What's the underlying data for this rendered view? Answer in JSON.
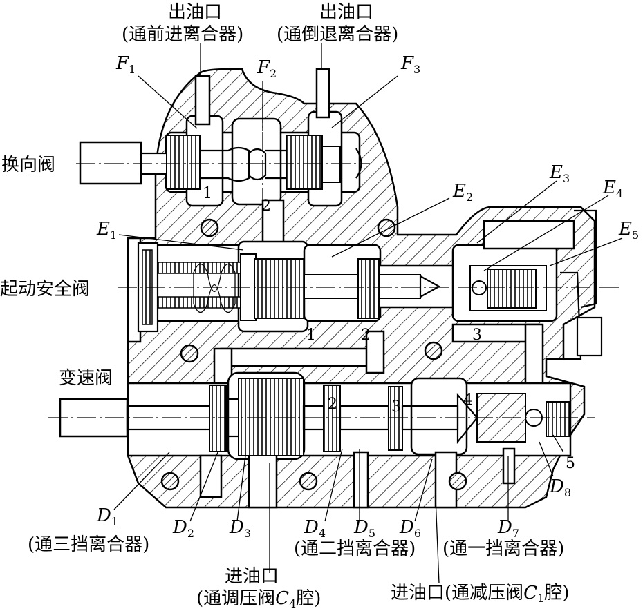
{
  "labels": {
    "outlet_forward_title": "出油口",
    "outlet_forward_sub": "(通前进离合器)",
    "outlet_reverse_title": "出油口",
    "outlet_reverse_sub": "(通倒退离合器)",
    "reversing_valve": "换向阀",
    "start_safety_valve": "起动安全阀",
    "speed_change_valve": "变速阀",
    "to_third_clutch": "(通三挡离合器)",
    "to_second_clutch": "(通二挡离合器)",
    "to_first_clutch": "(通一挡离合器)",
    "inlet_c4_title": "进油口",
    "inlet_c4_sub_pre": "(通调压阀",
    "inlet_c4_sub_c": "C",
    "inlet_c4_sub_sub": "4",
    "inlet_c4_sub_post": "腔)",
    "inlet_c1_pre": "进油口(通减压阀",
    "inlet_c1_c": "C",
    "inlet_c1_sub": "1",
    "inlet_c1_post": "腔)"
  },
  "symbols": {
    "F1": {
      "main": "F",
      "sub": "1"
    },
    "F2": {
      "main": "F",
      "sub": "2"
    },
    "F3": {
      "main": "F",
      "sub": "3"
    },
    "E1": {
      "main": "E",
      "sub": "1"
    },
    "E2": {
      "main": "E",
      "sub": "2"
    },
    "E3": {
      "main": "E",
      "sub": "3"
    },
    "E4": {
      "main": "E",
      "sub": "4"
    },
    "E5": {
      "main": "E",
      "sub": "5"
    },
    "D1": {
      "main": "D",
      "sub": "1"
    },
    "D2": {
      "main": "D",
      "sub": "2"
    },
    "D3": {
      "main": "D",
      "sub": "3"
    },
    "D4": {
      "main": "D",
      "sub": "4"
    },
    "D5": {
      "main": "D",
      "sub": "5"
    },
    "D6": {
      "main": "D",
      "sub": "6"
    },
    "D7": {
      "main": "D",
      "sub": "7"
    },
    "D8": {
      "main": "D",
      "sub": "8"
    }
  },
  "numbers": {
    "rev_1": "1",
    "rev_2": "2",
    "safe_1": "1",
    "safe_2": "2",
    "safe_3": "3",
    "spd_2": "2",
    "spd_3": "3",
    "spd_4": "4",
    "spd_5": "5"
  }
}
